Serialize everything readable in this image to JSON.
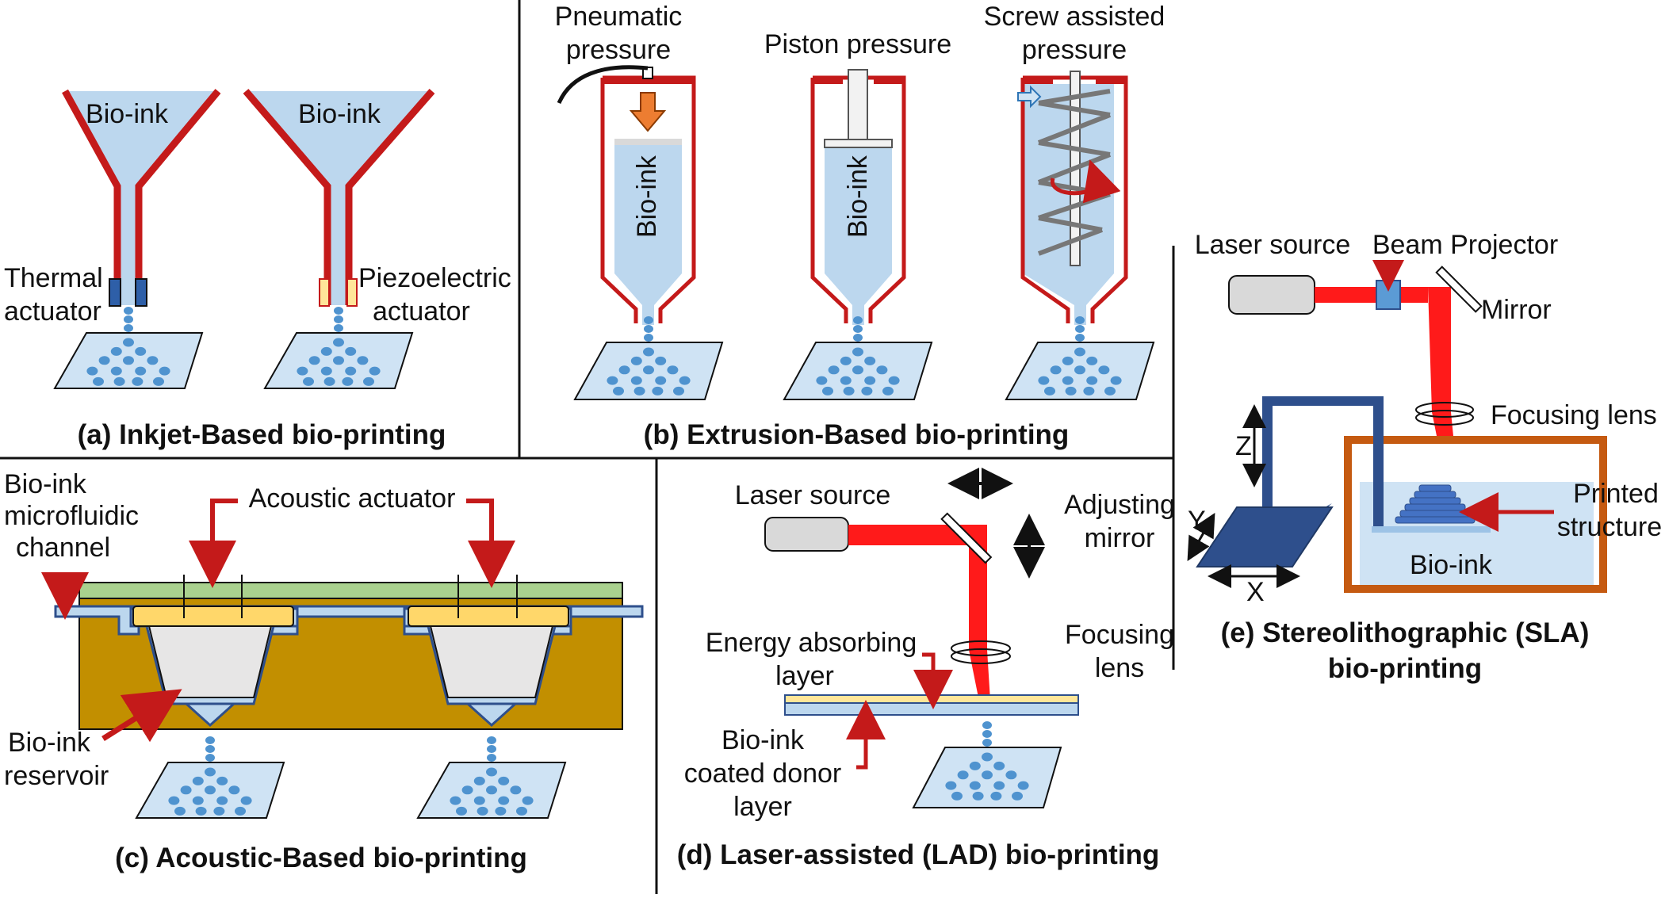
{
  "colors": {
    "ink": "#bcd7ee",
    "ink_dark": "#7fb0dd",
    "red": "#c41a1a",
    "laser": "#ff1a1a",
    "drop": "#4f93cf",
    "substrate": "#cfe3f4",
    "blue_dark": "#2e4f8c",
    "gold": "#c28f00",
    "green": "#a9d18e",
    "yellow": "#ffd76a",
    "grey": "#d9d9d9",
    "frame": "#c55a11"
  },
  "panel_a": {
    "caption": "(a) Inkjet-Based bio-printing",
    "funnel1_label": "Bio-ink",
    "funnel2_label": "Bio-ink",
    "thermal_line1": "Thermal",
    "thermal_line2": "actuator",
    "piezo_line1": "Piezoelectric",
    "piezo_line2": "actuator"
  },
  "panel_b": {
    "caption": "(b) Extrusion-Based bio-printing",
    "pneumatic_line1": "Pneumatic",
    "pneumatic_line2": "pressure",
    "piston": "Piston pressure",
    "screw_line1": "Screw assisted",
    "screw_line2": "pressure",
    "syringe1_label": "Bio-ink",
    "syringe2_label": "Bio-ink"
  },
  "panel_c": {
    "caption": "(c) Acoustic-Based bio-printing",
    "acoustic": "Acoustic actuator",
    "channel_line1": "Bio-ink",
    "channel_line2": "microfluidic",
    "channel_line3": "channel",
    "reservoir_line1": "Bio-ink",
    "reservoir_line2": "reservoir"
  },
  "panel_d": {
    "caption": "(d) Laser-assisted (LAD) bio-printing",
    "laser": "Laser source",
    "adjust_line1": "Adjusting",
    "adjust_line2": "mirror",
    "focus_line1": "Focusing",
    "focus_line2": "lens",
    "energy_line1": "Energy absorbing",
    "energy_line2": "layer",
    "donor_line1": "Bio-ink",
    "donor_line2": "coated donor",
    "donor_line3": "layer"
  },
  "panel_e": {
    "caption_line1": "(e) Stereolithographic (SLA)",
    "caption_line2": "bio-printing",
    "laser": "Laser source",
    "beam": "Beam Projector",
    "mirror": "Mirror",
    "focus": "Focusing lens",
    "printed_line1": "Printed",
    "printed_line2": "structure",
    "bioink": "Bio-ink",
    "axis_z": "Z",
    "axis_y": "Y",
    "axis_x": "X"
  }
}
